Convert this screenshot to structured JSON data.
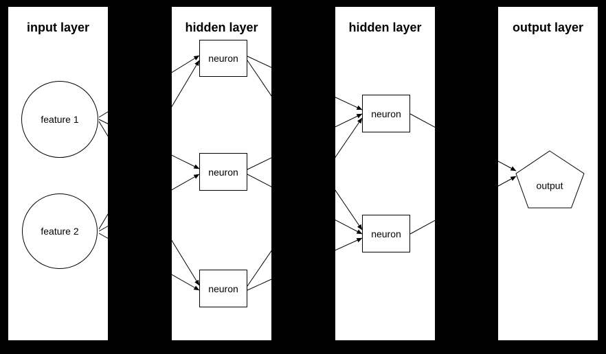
{
  "diagram": {
    "type": "neural-network-diagram",
    "colors": {
      "background": "#000000",
      "panel_fill": "#ffffff",
      "node_fill": "#ffffff",
      "stroke": "#000000",
      "text": "#000000"
    },
    "layers": [
      {
        "id": "input",
        "title": "input layer",
        "nodes": [
          {
            "id": "f1",
            "label": "feature 1",
            "shape": "circle"
          },
          {
            "id": "f2",
            "label": "feature 2",
            "shape": "circle"
          }
        ]
      },
      {
        "id": "hidden1",
        "title": "hidden layer",
        "nodes": [
          {
            "id": "n1",
            "label": "neuron",
            "shape": "rect"
          },
          {
            "id": "n2",
            "label": "neuron",
            "shape": "rect"
          },
          {
            "id": "n3",
            "label": "neuron",
            "shape": "rect"
          }
        ]
      },
      {
        "id": "hidden2",
        "title": "hidden layer",
        "nodes": [
          {
            "id": "m1",
            "label": "neuron",
            "shape": "rect"
          },
          {
            "id": "m2",
            "label": "neuron",
            "shape": "rect"
          }
        ]
      },
      {
        "id": "output",
        "title": "output layer",
        "nodes": [
          {
            "id": "out",
            "label": "output",
            "shape": "pentagon"
          }
        ]
      }
    ],
    "edges": [
      [
        "f1",
        "n1"
      ],
      [
        "f1",
        "n2"
      ],
      [
        "f1",
        "n3"
      ],
      [
        "f2",
        "n1"
      ],
      [
        "f2",
        "n2"
      ],
      [
        "f2",
        "n3"
      ],
      [
        "n1",
        "m1"
      ],
      [
        "n1",
        "m2"
      ],
      [
        "n2",
        "m1"
      ],
      [
        "n2",
        "m2"
      ],
      [
        "n3",
        "m1"
      ],
      [
        "n3",
        "m2"
      ],
      [
        "m1",
        "out"
      ],
      [
        "m2",
        "out"
      ]
    ]
  }
}
